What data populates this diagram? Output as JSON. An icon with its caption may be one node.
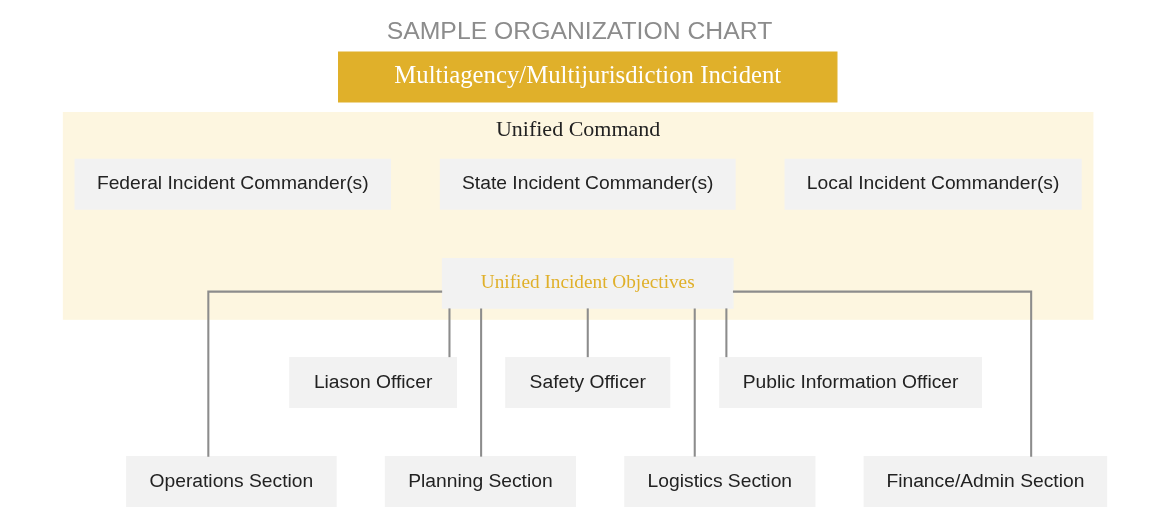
{
  "diagram": {
    "title": "SAMPLE ORGANIZATION CHART",
    "nodes": [
      {
        "text": [
          "Multiagency/Multijurisdiction Incident"
        ]
      },
      {
        "text": [
          "Unified Command"
        ]
      },
      {
        "text": [
          "Local Incident Commander(s)"
        ],
        "in": 1
      },
      {
        "text": [
          "State Incident Commander(s)"
        ],
        "in": 1
      },
      {
        "text": [
          "Federal Incident Commander(s)"
        ],
        "in": 1
      },
      {
        "text": [
          "Unified Incident Objectives"
        ],
        "in": 1
      },
      {
        "text": [
          "Safety Officer"
        ]
      },
      {
        "text": [
          "Public Information Officer"
        ]
      },
      {
        "text": [
          "Liason Officer"
        ]
      },
      {
        "text": [
          "Operations Section"
        ]
      },
      {
        "text": [
          "Planning Section"
        ]
      },
      {
        "text": [
          "Logistics Section"
        ]
      },
      {
        "text": [
          "Finance/Admin Section"
        ]
      }
    ],
    "edges": [
      {
        "from": 5,
        "to": 6,
        "arrow": "none"
      },
      {
        "from": 5,
        "to": 7,
        "arrow": "none"
      },
      {
        "from": 5,
        "to": 8,
        "arrow": "none"
      },
      {
        "from": 5,
        "to": 9,
        "arrow": "none"
      },
      {
        "from": 5,
        "to": 10,
        "arrow": "none"
      },
      {
        "from": 5,
        "to": 11,
        "arrow": "none"
      },
      {
        "from": 5,
        "to": 12,
        "arrow": "none"
      }
    ]
  }
}
